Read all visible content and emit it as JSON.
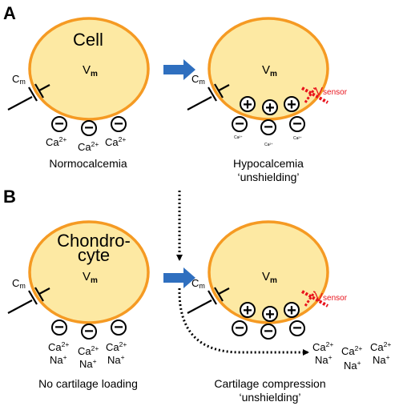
{
  "panel_a": {
    "letter": "A",
    "left": {
      "cell_label": "Cell",
      "vm": "V",
      "vm_sub": "m",
      "cm": "C",
      "cm_sub": "m",
      "ions": [
        {
          "base": "Ca",
          "sup": "2+"
        },
        {
          "base": "Ca",
          "sup": "2+"
        },
        {
          "base": "Ca",
          "sup": "2+"
        }
      ],
      "caption": "Normocalcemia"
    },
    "right": {
      "vm": "V",
      "vm_sub": "m",
      "cm": "C",
      "cm_sub": "m",
      "sensor": "V",
      "sensor_sub": "sensor",
      "tiny_ions": [
        "Ca²⁺",
        "Ca²⁺",
        "Ca²⁺"
      ],
      "caption_line1": "Hypocalcemia",
      "caption_line2": "‘unshielding’"
    }
  },
  "panel_b": {
    "letter": "B",
    "left": {
      "cell_label_line1": "Chondro-",
      "cell_label_line2": "cyte",
      "vm": "V",
      "vm_sub": "m",
      "cm": "C",
      "cm_sub": "m",
      "ions": [
        {
          "base": "Ca",
          "sup": "2+",
          "na": "Na",
          "na_sup": "+"
        },
        {
          "base": "Ca",
          "sup": "2+",
          "na": "Na",
          "na_sup": "+"
        },
        {
          "base": "Ca",
          "sup": "2+",
          "na": "Na",
          "na_sup": "+"
        }
      ],
      "caption": "No cartilage loading"
    },
    "right": {
      "vm": "V",
      "vm_sub": "m",
      "cm": "C",
      "cm_sub": "m",
      "sensor": "V",
      "sensor_sub": "sensor",
      "ions": [
        {
          "base": "Ca",
          "sup": "2+",
          "na": "Na",
          "na_sup": "+"
        },
        {
          "base": "Ca",
          "sup": "2+",
          "na": "Na",
          "na_sup": "+"
        },
        {
          "base": "Ca",
          "sup": "2+",
          "na": "Na",
          "na_sup": "+"
        }
      ],
      "caption_line1": "Cartilage compression",
      "caption_line2": "‘unshielding’"
    }
  },
  "symbols": {
    "minus": "−",
    "plus": "+"
  },
  "colors": {
    "cell_fill": "#fde9a3",
    "cell_stroke": "#f59a23",
    "arrow": "#2f6fbf",
    "sensor": "#e8131c"
  }
}
